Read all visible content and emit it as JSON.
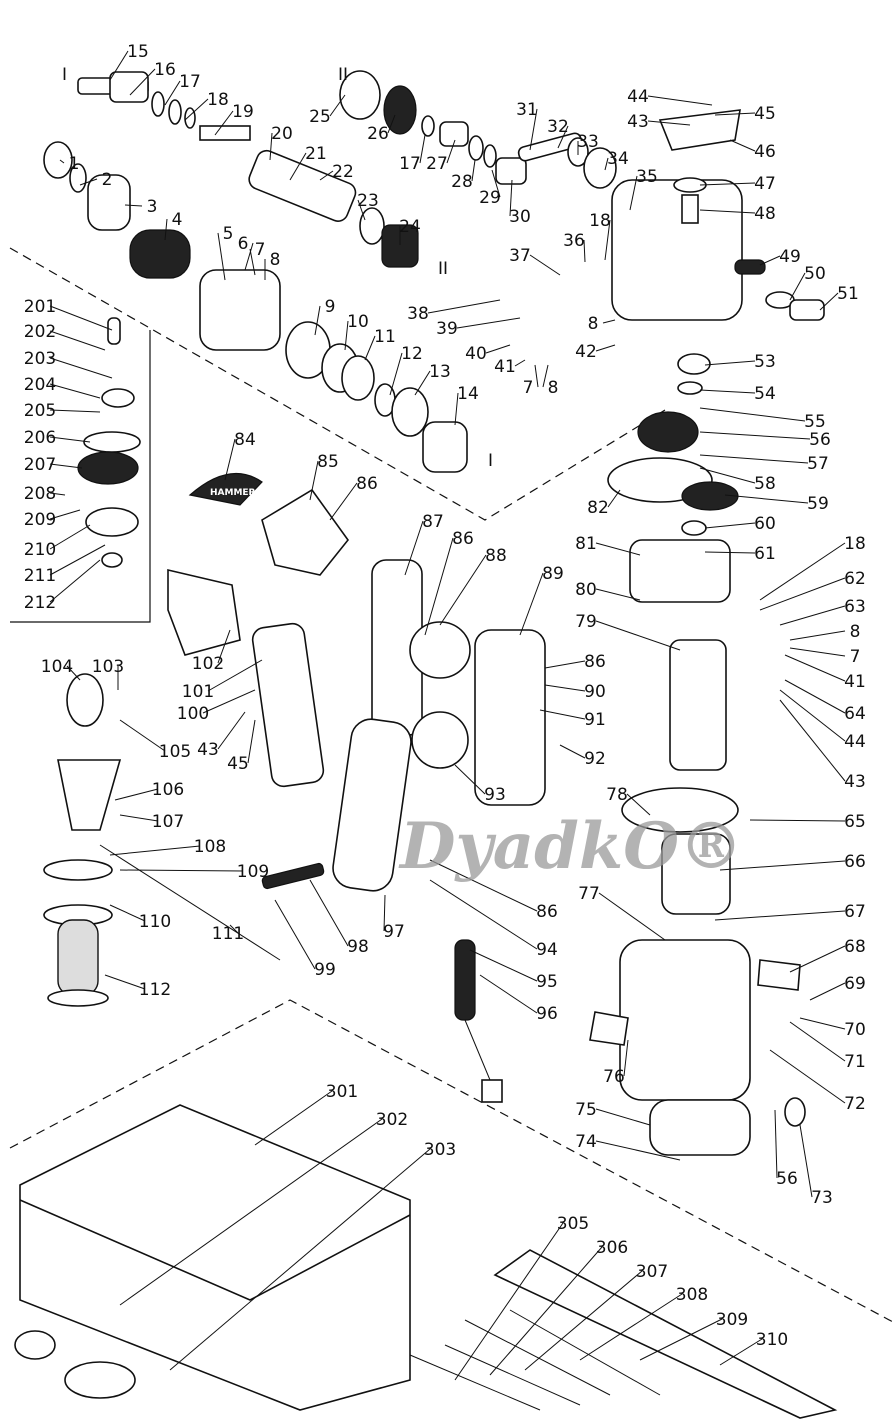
{
  "watermark": "DyadkO®",
  "logo_text": "HAMMER",
  "axis_marks": [
    "I",
    "II",
    "II",
    "I"
  ],
  "part_numbers": [
    "15",
    "16",
    "17",
    "18",
    "19",
    "20",
    "21",
    "22",
    "23",
    "24",
    "25",
    "26",
    "17",
    "27",
    "28",
    "29",
    "30",
    "31",
    "32",
    "33",
    "34",
    "35",
    "44",
    "45",
    "43",
    "46",
    "47",
    "48",
    "1",
    "2",
    "3",
    "4",
    "5",
    "6",
    "7",
    "8",
    "9",
    "10",
    "11",
    "12",
    "13",
    "14",
    "18",
    "36",
    "37",
    "38",
    "39",
    "40",
    "41",
    "7",
    "8",
    "8",
    "42",
    "49",
    "50",
    "51",
    "53",
    "54",
    "55",
    "56",
    "57",
    "58",
    "59",
    "60",
    "61",
    "82",
    "81",
    "80",
    "79",
    "18",
    "62",
    "63",
    "8",
    "7",
    "41",
    "64",
    "44",
    "43",
    "65",
    "66",
    "78",
    "77",
    "67",
    "68",
    "69",
    "70",
    "71",
    "72",
    "76",
    "75",
    "74",
    "56",
    "73",
    "201",
    "202",
    "203",
    "204",
    "205",
    "206",
    "207",
    "208",
    "209",
    "210",
    "211",
    "212",
    "84",
    "85",
    "86",
    "87",
    "86",
    "88",
    "89",
    "86",
    "90",
    "91",
    "92",
    "93",
    "102",
    "101",
    "100",
    "43",
    "45",
    "104",
    "103",
    "105",
    "106",
    "107",
    "108",
    "109",
    "110",
    "111",
    "112",
    "99",
    "98",
    "97",
    "86",
    "94",
    "95",
    "96",
    "301",
    "302",
    "303",
    "305",
    "306",
    "307",
    "308",
    "309",
    "310"
  ]
}
